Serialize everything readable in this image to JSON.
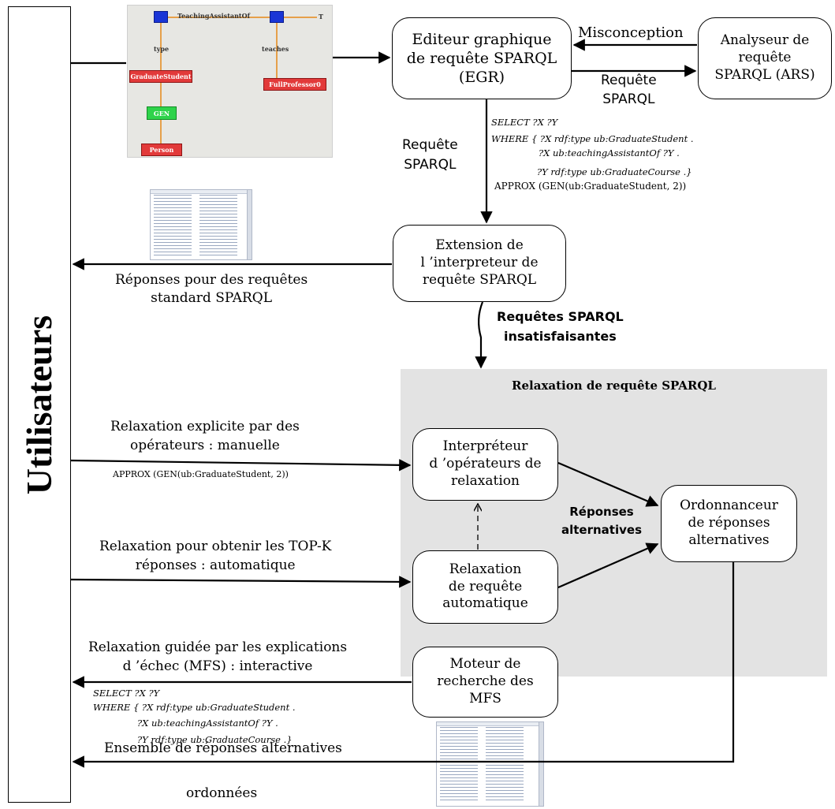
{
  "users_label": "Utilisateurs",
  "graph_editor_image": {
    "edge_teaching": "TeachingAssistantOf",
    "edge_type": "type",
    "edge_teaches": "teaches",
    "node_graduate": "GraduateStudent",
    "node_professor": "FullProfessor0",
    "node_gen": "GEN",
    "node_person": "Person",
    "node_t": "T"
  },
  "boxes": {
    "egr": "Editeur graphique\nde requête SPARQL\n(EGR)",
    "ars": "Analyseur de\nrequête\nSPARQL (ARS)",
    "interp": "Extension de\nl ’interpreteur de\nrequête SPARQL",
    "operators": "Interpréteur\nd ’opérateurs de\nrelaxation",
    "auto": "Relaxation\nde requête\nautomatique",
    "mfs": "Moteur de\nrecherche des\nMFS",
    "ranker": "Ordonnanceur\nde réponses\nalternatives"
  },
  "labels": {
    "misconception": "Misconception",
    "requete_right": "Requête\nSPARQL",
    "requete_left": "Requête\nSPARQL",
    "reponses_standard": "Réponses pour des requêtes\nstandard SPARQL",
    "unsatisfied": "Requêtes SPARQL\ninsatisfaisantes",
    "panel_title": "Relaxation de requête SPARQL",
    "explicit": "Relaxation explicite par des\nopérateurs : manuelle",
    "approx_op": "APPROX (GEN(ub:GraduateStudent, 2))",
    "topk": "Relaxation pour obtenir les  TOP-K\nréponses : automatique",
    "guided": "Relaxation guidée par les explications\nd ’échec (MFS) : interactive",
    "alt_answers": "Réponses\nalternatives",
    "ensemble": "Ensemble de réponses alternatives",
    "ordonnees": "ordonnées"
  },
  "query_top": {
    "l1": "SELECT ?X ?Y",
    "l2": "WHERE { ?X rdf:type ub:GraduateStudent .",
    "l3": "?X ub:teachingAssistantOf ?Y .",
    "l4": "?Y rdf:type ub:GraduateCourse .}",
    "l5": "APPROX  (GEN(ub:GraduateStudent, 2))"
  },
  "query_bottom": {
    "l1": "SELECT ?X ?Y",
    "l2": "WHERE { ?X rdf:type ub:GraduateStudent .",
    "l3": "?X ub:teachingAssistantOf ?Y .",
    "l4": "?Y rdf:type ub:GraduateCourse .}"
  },
  "colors": {
    "panel_bg": "#e3e3e3",
    "node_blue": "#1a35d6",
    "node_red": "#e23a3a",
    "node_green": "#2ed34a",
    "edge_orange": "#e6a04a"
  }
}
